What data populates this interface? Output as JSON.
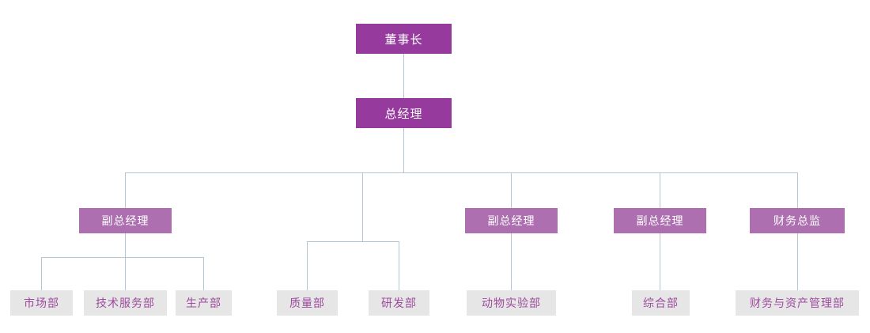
{
  "chart_title": "",
  "colors": {
    "executive_box": "#963a9e",
    "vp_box": "#ae6fb1",
    "department_box": "#e6e6e6",
    "department_text": "#9c4a9c",
    "connector_line": "#b6c5d2",
    "executive_text": "#ffffff",
    "background": "#ffffff"
  },
  "nodes": {
    "chairman": "董事长",
    "general_manager": "总经理",
    "vp_1": "副总经理",
    "vp_2": "副总经理",
    "vp_3": "副总经理",
    "cfo": "财务总监",
    "dept_marketing": "市场部",
    "dept_tech_service": "技术服务部",
    "dept_production": "生产部",
    "dept_quality": "质量部",
    "dept_rnd": "研发部",
    "dept_animal_lab": "动物实验部",
    "dept_general_affairs": "综合部",
    "dept_finance_asset": "财务与资产管理部"
  }
}
